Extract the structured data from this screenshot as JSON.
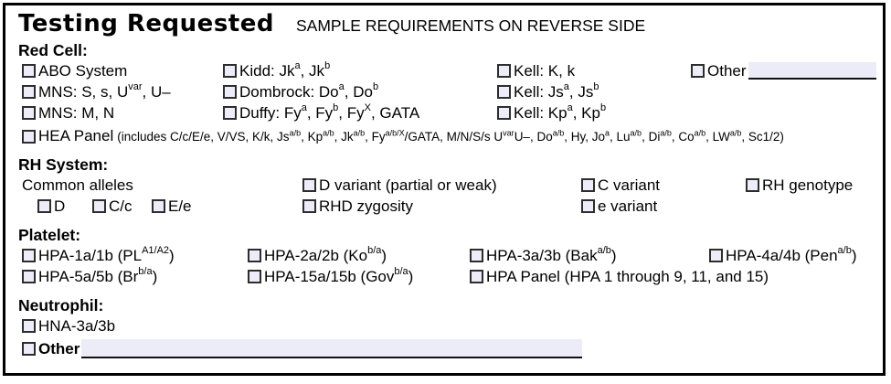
{
  "header": {
    "title": "Testing Requested",
    "subtitle": "SAMPLE REQUIREMENTS ON REVERSE SIDE"
  },
  "colors": {
    "border": "#000000",
    "checkbox_fill": "#ededfa",
    "field_fill": "#ececf9",
    "text": "#000000"
  },
  "sections": {
    "red_cell": {
      "heading": "Red Cell:",
      "items": {
        "abo": "ABO System",
        "kidd": "Kidd: Jk^{a}, Jk^{b}",
        "kell_kk": "Kell: K, k",
        "other_label": "Other",
        "other_value": "",
        "mns_ssu": "MNS: S, s, U^{var}, U–",
        "dombrock": "Dombrock: Do^{a}, Do^{b}",
        "kell_js": "Kell: Js^{a}, Js^{b}",
        "mns_mn": "MNS: M, N",
        "duffy": "Duffy: Fy^{a}, Fy^{b}, Fy^{X}, GATA",
        "kell_kp": "Kell: Kp^{a}, Kp^{b}",
        "hea_panel": "HEA Panel",
        "hea_note": "(includes C/c/E/e, V/VS, K/k, Js^{a/b}, Kp^{a/b}, Jk^{a/b}, Fy^{a/b/X}/GATA, M/N/S/s U^{var}U–, Do^{a/b}, Hy, Jo^{a}, Lu^{a/b}, Di^{a/b}, Co^{a/b}, LW^{a/b}, Sc1/2)"
      }
    },
    "rh_system": {
      "heading": "RH System:",
      "items": {
        "common_alleles": "Common alleles",
        "d_variant": "D variant (partial or weak)",
        "c_variant": "C variant",
        "rh_genotype": "RH genotype",
        "d": "D",
        "cc": "C/c",
        "ee": "E/e",
        "rhd_zygosity": "RHD zygosity",
        "e_variant": "e variant"
      }
    },
    "platelet": {
      "heading": "Platelet:",
      "items": {
        "hpa_1": "HPA-1a/1b (PL^{A1/A2})",
        "hpa_2": "HPA-2a/2b (Ko^{b/a})",
        "hpa_3": "HPA-3a/3b (Bak^{a/b})",
        "hpa_4": "HPA-4a/4b (Pen^{a/b})",
        "hpa_5": "HPA-5a/5b (Br^{b/a})",
        "hpa_15": "HPA-15a/15b (Gov^{b/a})",
        "hpa_panel": "HPA Panel (HPA 1 through 9, 11, and 15)"
      }
    },
    "neutrophil": {
      "heading": "Neutrophil:",
      "items": {
        "hna_3": "HNA-3a/3b"
      }
    },
    "footer_other": {
      "label": "Other",
      "value": ""
    }
  }
}
